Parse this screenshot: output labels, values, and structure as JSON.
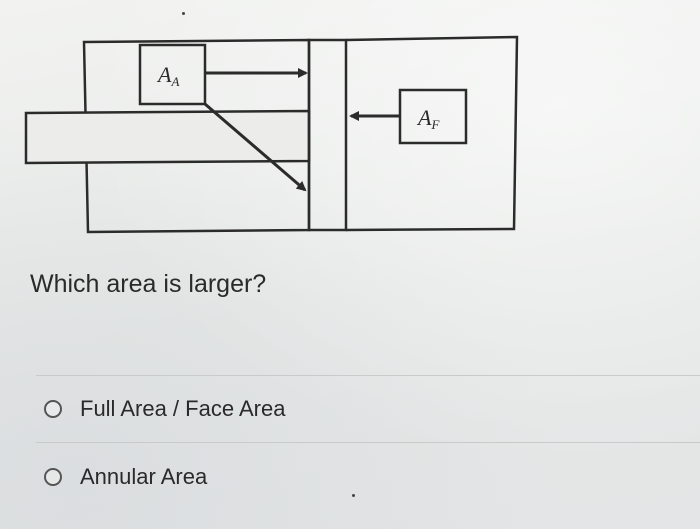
{
  "diagram": {
    "label_a": "A",
    "label_a_sub": "A",
    "label_f": "A",
    "label_f_sub": "F"
  },
  "question": {
    "text": "Which area is larger?"
  },
  "options": [
    {
      "label": "Full Area / Face Area",
      "selected": false
    },
    {
      "label": "Annular Area",
      "selected": false
    }
  ],
  "colors": {
    "line": "#2b2b2b",
    "background": "#ecedeb"
  }
}
